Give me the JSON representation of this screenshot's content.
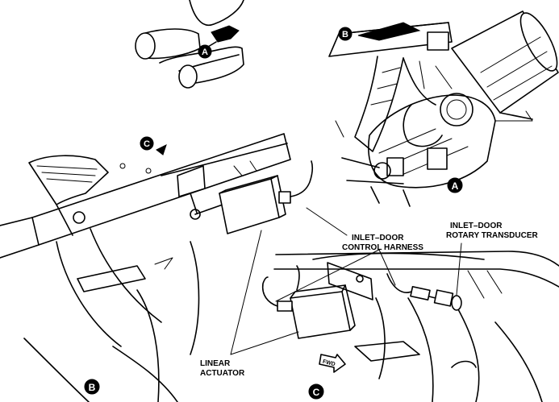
{
  "callouts": {
    "inlet_door_control_harness": [
      "INLET–DOOR",
      "CONTROL HARNESS"
    ],
    "inlet_door_rotary_transducer": [
      "INLET–DOOR",
      "ROTARY TRANSDUCER"
    ],
    "linear_actuator": [
      "LINEAR",
      "ACTUATOR"
    ]
  },
  "view_letters": {
    "a_locator": "A",
    "a_detail": "A",
    "b_locator": "B",
    "b_detail": "B",
    "c_locator": "C",
    "c_detail": "C"
  },
  "fwd_label": "FWD"
}
